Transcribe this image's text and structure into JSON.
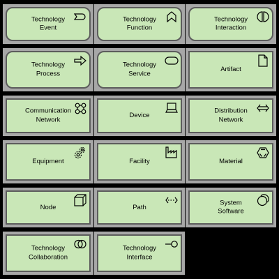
{
  "elements": [
    {
      "label": "Technology\nEvent",
      "icon": "event-icon"
    },
    {
      "label": "Technology\nFunction",
      "icon": "function-icon"
    },
    {
      "label": "Technology\nInteraction",
      "icon": "interaction-icon"
    },
    {
      "label": "Technology\nProcess",
      "icon": "process-arrow-icon"
    },
    {
      "label": "Technology\nService",
      "icon": "service-icon"
    },
    {
      "label": "Artifact",
      "icon": "artifact-icon"
    },
    {
      "label": "Communication\nNetwork",
      "icon": "communication-network-icon"
    },
    {
      "label": "Device",
      "icon": "device-icon"
    },
    {
      "label": "Distribution\nNetwork",
      "icon": "distribution-network-icon"
    },
    {
      "label": "Equipment",
      "icon": "equipment-gears-icon"
    },
    {
      "label": "Facility",
      "icon": "facility-icon"
    },
    {
      "label": "Material",
      "icon": "material-icon"
    },
    {
      "label": "Node",
      "icon": "node-icon"
    },
    {
      "label": "Path",
      "icon": "path-icon"
    },
    {
      "label": "System\nSoftware",
      "icon": "system-software-icon"
    },
    {
      "label": "Technology\nCollaboration",
      "icon": "collaboration-icon"
    },
    {
      "label": "Technology\nInterface",
      "icon": "interface-icon"
    }
  ],
  "colors": {
    "fill": "#c9e7b7",
    "border": "#5c5c5c",
    "gap": "#a7a7a7",
    "background": "#000000"
  }
}
